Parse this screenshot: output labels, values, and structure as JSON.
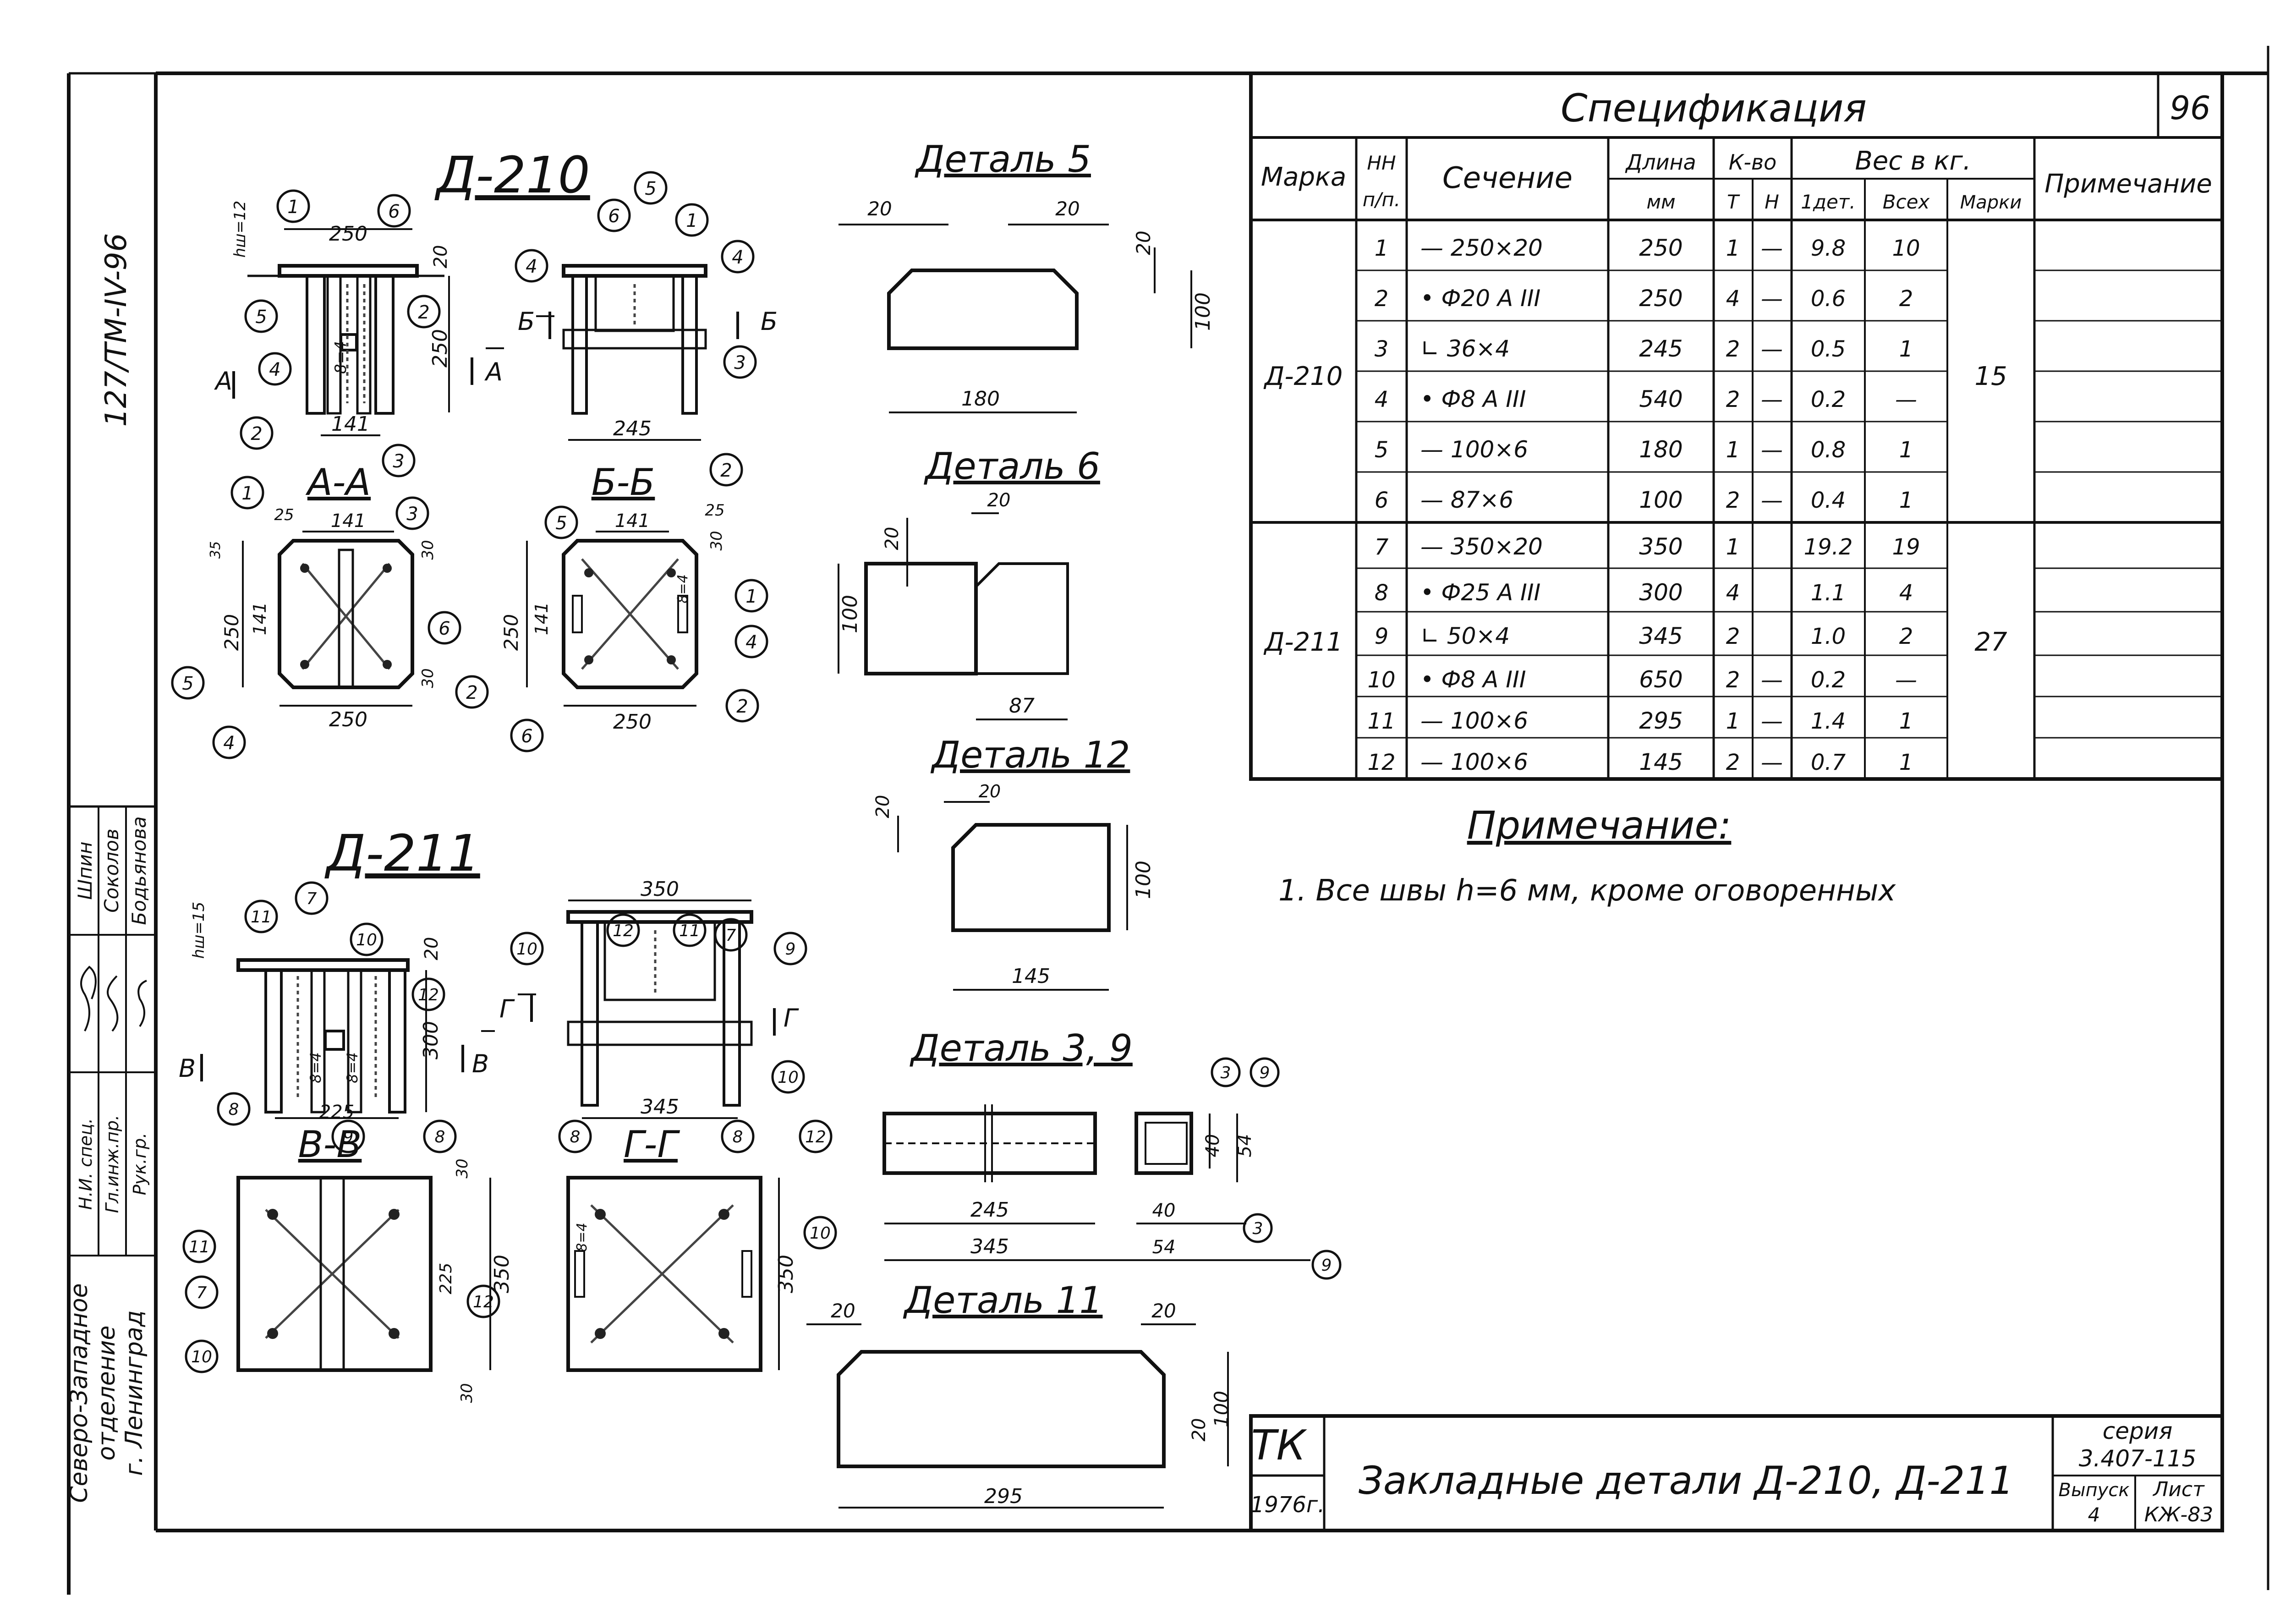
{
  "sheet": {
    "number": "96",
    "project_code": "127/ТМ-IV-96"
  },
  "drawings": {
    "d210": {
      "title": "Д-210",
      "section_aa": "А-А",
      "section_bb": "Б-Б",
      "arrow_a": "А",
      "arrow_b": "Б",
      "dims": [
        "250",
        "20",
        "250",
        "141",
        "245",
        "hш=12",
        "8=4",
        "141",
        "25",
        "250",
        "141",
        "30",
        "250",
        "30",
        "141",
        "25",
        "250",
        "141",
        "30",
        "250",
        "8=4",
        "35"
      ],
      "callouts": [
        "1",
        "2",
        "3",
        "4",
        "5",
        "6"
      ]
    },
    "d211": {
      "title": "Д-211",
      "section_vv": "В-В",
      "section_gg": "Г-Г",
      "arrow_v": "В",
      "arrow_g": "Г",
      "dims": [
        "350",
        "20",
        "300",
        "225",
        "345",
        "hш=15",
        "8=4",
        "8=4",
        "30",
        "225",
        "350",
        "30",
        "350",
        "8=4"
      ],
      "callouts": [
        "7",
        "8",
        "9",
        "10",
        "11",
        "12"
      ]
    }
  },
  "details": [
    {
      "title": "Деталь 5",
      "dims": [
        "20",
        "20",
        "20",
        "100",
        "180"
      ]
    },
    {
      "title": "Деталь 6",
      "dims": [
        "20",
        "20",
        "100",
        "87"
      ]
    },
    {
      "title": "Деталь 12",
      "dims": [
        "20",
        "20",
        "100",
        "145"
      ]
    },
    {
      "title": "Деталь 3, 9",
      "dims": [
        "245",
        "345",
        "40",
        "54",
        "40",
        "54"
      ],
      "callouts": [
        "3",
        "9",
        "3",
        "9"
      ]
    },
    {
      "title": "Деталь 11",
      "dims": [
        "20",
        "20",
        "20",
        "100",
        "295"
      ]
    }
  ],
  "specification": {
    "title": "Спецификация",
    "headers": {
      "mark": "Марка",
      "num_top": "НН",
      "num_bottom": "п/п.",
      "section": "Сечение",
      "length_top": "Длина",
      "length_bottom": "мм",
      "qty": "К-во",
      "qty_t": "Т",
      "qty_n": "Н",
      "weight": "Вес в кг.",
      "w_one": "1дет.",
      "w_all": "Всех",
      "w_mark": "Марки",
      "note": "Примечание"
    },
    "groups": [
      {
        "mark": "Д-210",
        "total": "15",
        "rows": [
          {
            "n": "1",
            "section": "— 250×20",
            "length": "250",
            "t": "1",
            "h": "—",
            "one": "9.8",
            "all": "10"
          },
          {
            "n": "2",
            "section": "• Ф20 А III",
            "length": "250",
            "t": "4",
            "h": "—",
            "one": "0.6",
            "all": "2"
          },
          {
            "n": "3",
            "section": "∟ 36×4",
            "length": "245",
            "t": "2",
            "h": "—",
            "one": "0.5",
            "all": "1"
          },
          {
            "n": "4",
            "section": "• Ф8 А III",
            "length": "540",
            "t": "2",
            "h": "—",
            "one": "0.2",
            "all": "—"
          },
          {
            "n": "5",
            "section": "— 100×6",
            "length": "180",
            "t": "1",
            "h": "—",
            "one": "0.8",
            "all": "1"
          },
          {
            "n": "6",
            "section": "— 87×6",
            "length": "100",
            "t": "2",
            "h": "—",
            "one": "0.4",
            "all": "1"
          }
        ]
      },
      {
        "mark": "Д-211",
        "total": "27",
        "rows": [
          {
            "n": "7",
            "section": "— 350×20",
            "length": "350",
            "t": "1",
            "h": "",
            "one": "19.2",
            "all": "19"
          },
          {
            "n": "8",
            "section": "• Ф25 А III",
            "length": "300",
            "t": "4",
            "h": "",
            "one": "1.1",
            "all": "4"
          },
          {
            "n": "9",
            "section": "∟ 50×4",
            "length": "345",
            "t": "2",
            "h": "",
            "one": "1.0",
            "all": "2"
          },
          {
            "n": "10",
            "section": "• Ф8 А III",
            "length": "650",
            "t": "2",
            "h": "—",
            "one": "0.2",
            "all": "—"
          },
          {
            "n": "11",
            "section": "— 100×6",
            "length": "295",
            "t": "1",
            "h": "—",
            "one": "1.4",
            "all": "1"
          },
          {
            "n": "12",
            "section": "— 100×6",
            "length": "145",
            "t": "2",
            "h": "—",
            "one": "0.7",
            "all": "1"
          }
        ]
      }
    ]
  },
  "note": {
    "title": "Примечание:",
    "text": "1. Все швы h=6 мм, кроме оговоренных"
  },
  "title_block": {
    "org": "ТК",
    "year": "1976г.",
    "title": "Закладные детали Д-210, Д-211",
    "series_label": "серия",
    "series": "3.407-115",
    "issue_label": "Выпуск",
    "issue": "4",
    "sheet_label": "Лист",
    "sheet": "КЖ-83"
  },
  "side_stamp": {
    "org_line1": "Северо-Западное",
    "org_line2": "отделение",
    "org_line3": "г. Ленинград",
    "roles": [
      "Н.И. спец.",
      "Гл.инж.пр.",
      "Рук.гр."
    ],
    "names": [
      "Шпин",
      "Соколов",
      "Бодьянова"
    ]
  }
}
